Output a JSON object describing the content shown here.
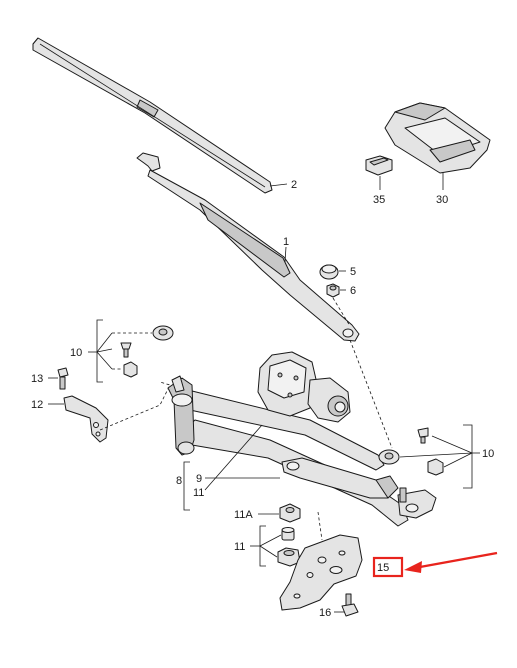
{
  "callouts": {
    "p1": "1",
    "p2": "2",
    "p5": "5",
    "p6": "6",
    "p8": "8",
    "p9": "9",
    "p10_left": "10",
    "p10_right": "10",
    "p11_mid": "11",
    "p11_low": "11",
    "p11a": "11A",
    "p12": "12",
    "p13": "13",
    "p15": "15",
    "p16": "16",
    "p30": "30",
    "p35": "35"
  },
  "highlight": {
    "part": "15",
    "color": "#e8241d"
  }
}
